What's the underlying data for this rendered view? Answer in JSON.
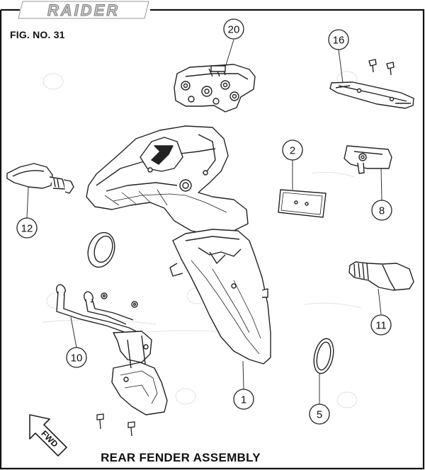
{
  "header": {
    "brand_logo_text": "RAIDER",
    "figure_number": "FIG. NO. 31"
  },
  "footer": {
    "title": "REAR FENDER ASSEMBLY"
  },
  "direction_arrow": {
    "label": "FWD"
  },
  "callouts": [
    "20",
    "16",
    "2",
    "8",
    "12",
    "10",
    "1",
    "5",
    "11"
  ],
  "colors": {
    "line": "#222222",
    "frame": "#111111",
    "background": "#ffffff"
  }
}
